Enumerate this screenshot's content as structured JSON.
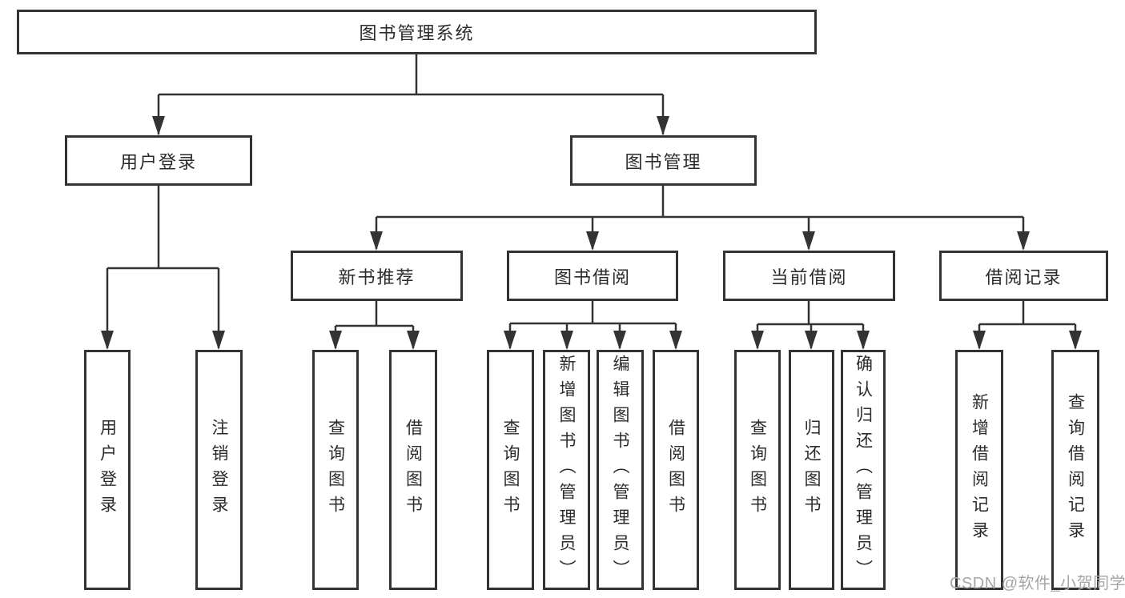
{
  "diagram": {
    "root": {
      "label": "图书管理系统"
    },
    "branches": [
      {
        "label": "用户登录",
        "children": [
          {
            "label": "用户登录"
          },
          {
            "label": "注销登录"
          }
        ]
      },
      {
        "label": "图书管理",
        "children": [
          {
            "label": "新书推荐",
            "children": [
              {
                "label": "查询图书"
              },
              {
                "label": "借阅图书"
              }
            ]
          },
          {
            "label": "图书借阅",
            "children": [
              {
                "label": "查询图书"
              },
              {
                "label": "新增图书（管理员）"
              },
              {
                "label": "编辑图书（管理员）"
              },
              {
                "label": "借阅图书"
              }
            ]
          },
          {
            "label": "当前借阅",
            "children": [
              {
                "label": "查询图书"
              },
              {
                "label": "归还图书"
              },
              {
                "label": "确认归还（管理员）"
              }
            ]
          },
          {
            "label": "借阅记录",
            "children": [
              {
                "label": "新增借阅记录"
              },
              {
                "label": "查询借阅记录"
              }
            ]
          }
        ]
      }
    ]
  },
  "watermark": {
    "text": "CSDN @软件_小贺同学"
  },
  "colors": {
    "line": "#333333",
    "text": "#2b2b2b",
    "watermark": "#a6a6a6",
    "background": "#ffffff"
  }
}
